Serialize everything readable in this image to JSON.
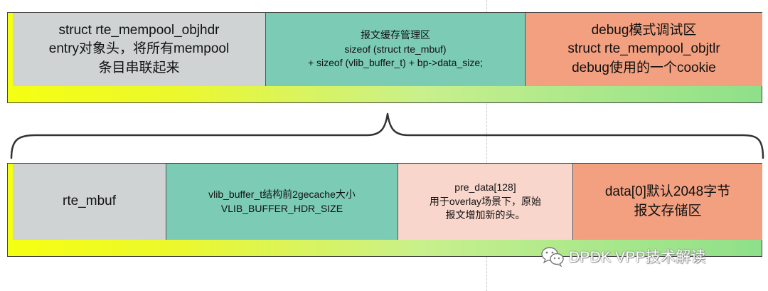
{
  "top_row": [
    {
      "text": "struct rte_mempool_objhdr\nentry对象头，将所有mempool\n条目串联起来"
    },
    {
      "text": "报文缓存管理区\nsizeof (struct rte_mbuf)\n+ sizeof (vlib_buffer_t) + bp->data_size;"
    },
    {
      "text": "debug模式调试区\nstruct rte_mempool_objtlr\ndebug使用的一个cookie"
    }
  ],
  "bottom_row": [
    {
      "text": "rte_mbuf"
    },
    {
      "text": "vlib_buffer_t结构前2gecache大小\nVLIB_BUFFER_HDR_SIZE"
    },
    {
      "text": "pre_data[128]\n用于overlay场景下，原始\n报文增加新的头。"
    },
    {
      "text": "data[0]默认2048字节\n报文存储区"
    }
  ],
  "watermark": {
    "text": "DPDK VPP技术解读",
    "icon": "wechat-icon"
  },
  "colors": {
    "gray": "#cfd3d3",
    "teal": "#7ccbb4",
    "salmon": "#f2a080",
    "pink": "#f8d6cc",
    "gradient_start": "#f5ff12",
    "gradient_end": "#8ee08a"
  }
}
